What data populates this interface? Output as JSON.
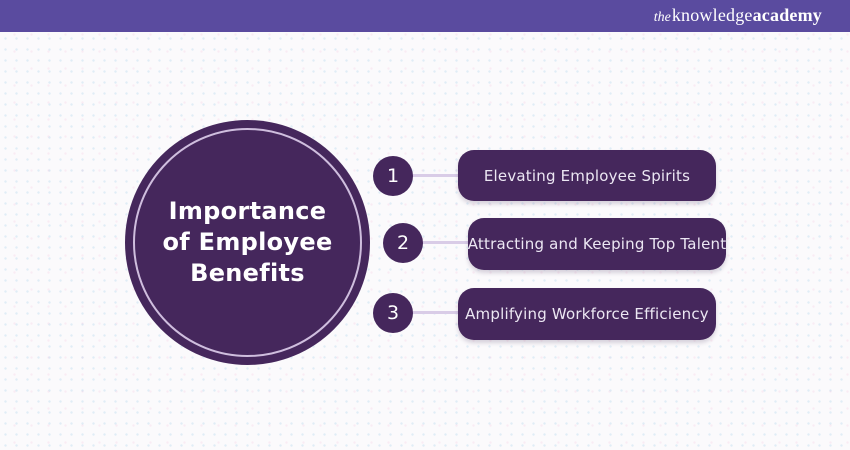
{
  "header": {
    "logo_the": "the",
    "logo_knowledge": "knowledge",
    "logo_academy": "academy"
  },
  "diagram": {
    "title_lines": [
      "Importance",
      "of Employee",
      "Benefits"
    ],
    "items": [
      {
        "number": "1",
        "label": "Elevating Employee Spirits"
      },
      {
        "number": "2",
        "label": "Attracting and Keeping Top Talent"
      },
      {
        "number": "3",
        "label": "Amplifying Workforce Efficiency"
      }
    ]
  },
  "colors": {
    "header_bg": "#5a4b9f",
    "shape_purple": "#45275c",
    "inner_ring": "#cfbede",
    "connector": "#d9cce7",
    "background": "#fbfafc",
    "title_text": "#ffffff",
    "pill_text": "#ece7f3"
  }
}
